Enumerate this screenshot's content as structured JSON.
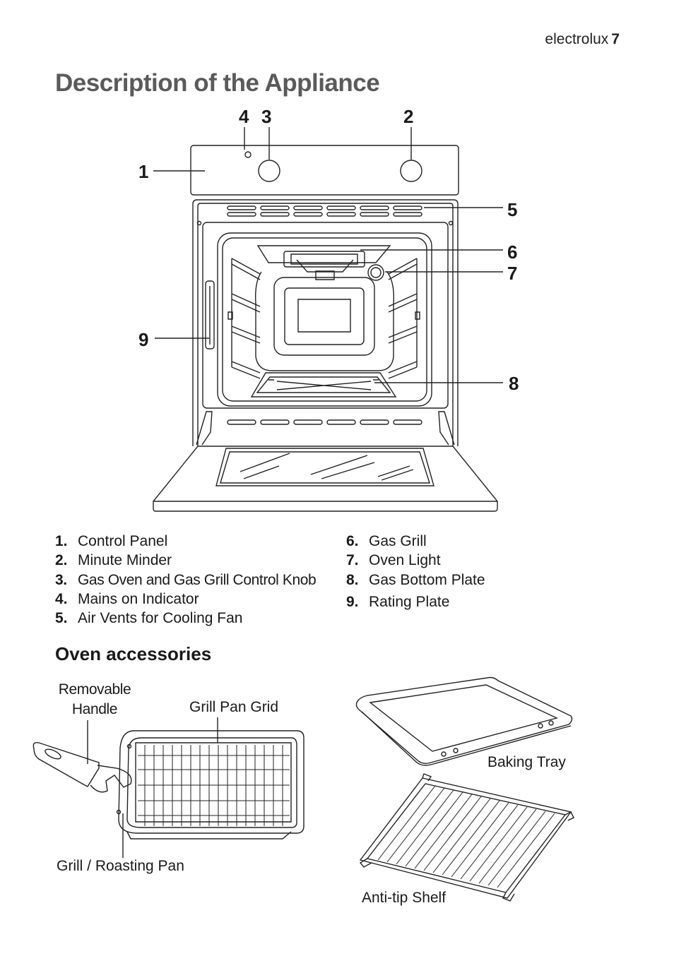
{
  "header": {
    "brand": "electrolux",
    "page_number": "7"
  },
  "title": "Description of the Appliance",
  "callouts": {
    "c1": "1",
    "c2": "2",
    "c3": "3",
    "c4": "4",
    "c5": "5",
    "c6": "6",
    "c7": "7",
    "c8": "8",
    "c9": "9"
  },
  "legend": [
    {
      "num": "1.",
      "label": "Control Panel"
    },
    {
      "num": "2.",
      "label": "Minute Minder"
    },
    {
      "num": "3.",
      "label": "Gas Oven and Gas Grill Control Knob"
    },
    {
      "num": "4.",
      "label": "Mains on Indicator"
    },
    {
      "num": "5.",
      "label": "Air Vents for Cooling Fan"
    },
    {
      "num": "6.",
      "label": "Gas Grill"
    },
    {
      "num": "7.",
      "label": "Oven Light"
    },
    {
      "num": "8.",
      "label": "Gas Bottom Plate"
    },
    {
      "num": "9.",
      "label": "Rating Plate"
    }
  ],
  "accessories": {
    "heading": "Oven accessories",
    "removable_handle_line1": "Removable",
    "removable_handle_line2": "Handle",
    "grill_pan_grid": "Grill Pan Grid",
    "grill_roasting_pan": "Grill / Roasting Pan",
    "baking_tray": "Baking Tray",
    "anti_tip_shelf": "Anti-tip Shelf"
  }
}
